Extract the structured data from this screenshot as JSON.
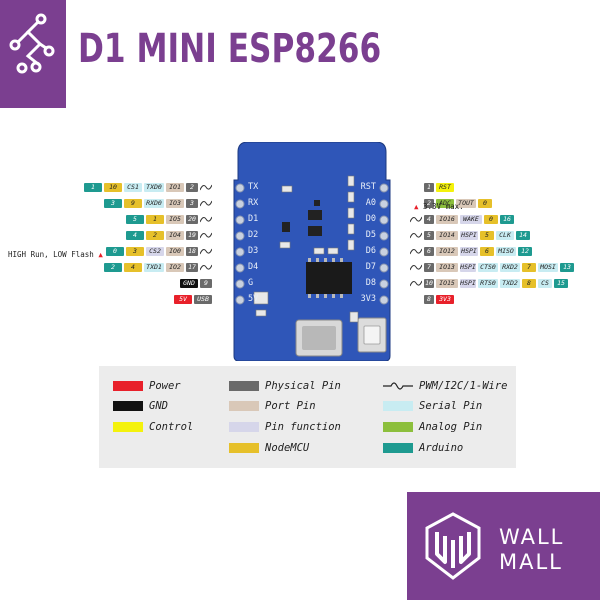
{
  "title": "D1 MINI ESP8266",
  "board_pins_left": [
    "TX",
    "RX",
    "D1",
    "D2",
    "D3",
    "D4",
    "G",
    "5V"
  ],
  "board_pins_right": [
    "RST",
    "A0",
    "D0",
    "D5",
    "D6",
    "D7",
    "D8",
    "3V3"
  ],
  "left_rows": [
    {
      "cells": [
        "1",
        "10",
        "CS1",
        "TXD0",
        "IO1",
        "2"
      ]
    },
    {
      "cells": [
        "3",
        "9",
        "RXD0",
        "IO3",
        "3"
      ]
    },
    {
      "cells": [
        "5",
        "1",
        "IO5",
        "20"
      ]
    },
    {
      "cells": [
        "4",
        "2",
        "IO4",
        "19"
      ]
    },
    {
      "cells": [
        "0",
        "3",
        "CS2",
        "IO0",
        "18"
      ]
    },
    {
      "cells": [
        "2",
        "4",
        "TXD1",
        "IO2",
        "17"
      ]
    },
    {
      "cells": [
        "GND",
        "9"
      ]
    },
    {
      "cells": [
        "5V",
        "USB"
      ]
    }
  ],
  "right_rows": [
    {
      "cells": [
        "1",
        "RST"
      ]
    },
    {
      "cells": [
        "2",
        "ADC",
        "TOUT",
        "0"
      ]
    },
    {
      "cells": [
        "4",
        "IO16",
        "WAKE",
        "0",
        "16"
      ]
    },
    {
      "cells": [
        "5",
        "IO14",
        "HSPI",
        "5",
        "CLK",
        "14"
      ]
    },
    {
      "cells": [
        "6",
        "IO12",
        "HSPI",
        "6",
        "MISO",
        "12"
      ]
    },
    {
      "cells": [
        "7",
        "IO13",
        "HSPI",
        "CTS0",
        "RXD2",
        "7",
        "MOSI",
        "13"
      ]
    },
    {
      "cells": [
        "10",
        "IO15",
        "HSPI",
        "RTS0",
        "TXD2",
        "8",
        "CS",
        "15"
      ]
    },
    {
      "cells": [
        "8",
        "3V3"
      ]
    }
  ],
  "notes": {
    "max_voltage": "3.3V max.",
    "high_low": "HIGH Run, LOW Flash"
  },
  "legend": [
    {
      "label": "Power",
      "color": "#e8202a"
    },
    {
      "label": "GND",
      "color": "#111111"
    },
    {
      "label": "Control",
      "color": "#f4f20c"
    },
    {
      "label": "Physical Pin",
      "color": "#6a6a6a"
    },
    {
      "label": "Port Pin",
      "color": "#d9c8b8"
    },
    {
      "label": "Pin function",
      "color": "#d6d6ea"
    },
    {
      "label": "NodeMCU",
      "color": "#e6c02a"
    },
    {
      "label": "PWM/I2C/1-Wire",
      "icon": "pwm-wave-icon"
    },
    {
      "label": "Serial Pin",
      "color": "#c8ecf2"
    },
    {
      "label": "Analog Pin",
      "color": "#8cbf3c"
    },
    {
      "label": "Arduino",
      "color": "#1e9a90"
    }
  ],
  "watermark": {
    "line1": "WALL",
    "line2": "MALL"
  },
  "colors": {
    "brand": "#7b3f90",
    "board": "#2f56b8",
    "arduino": "#1e9a90"
  }
}
